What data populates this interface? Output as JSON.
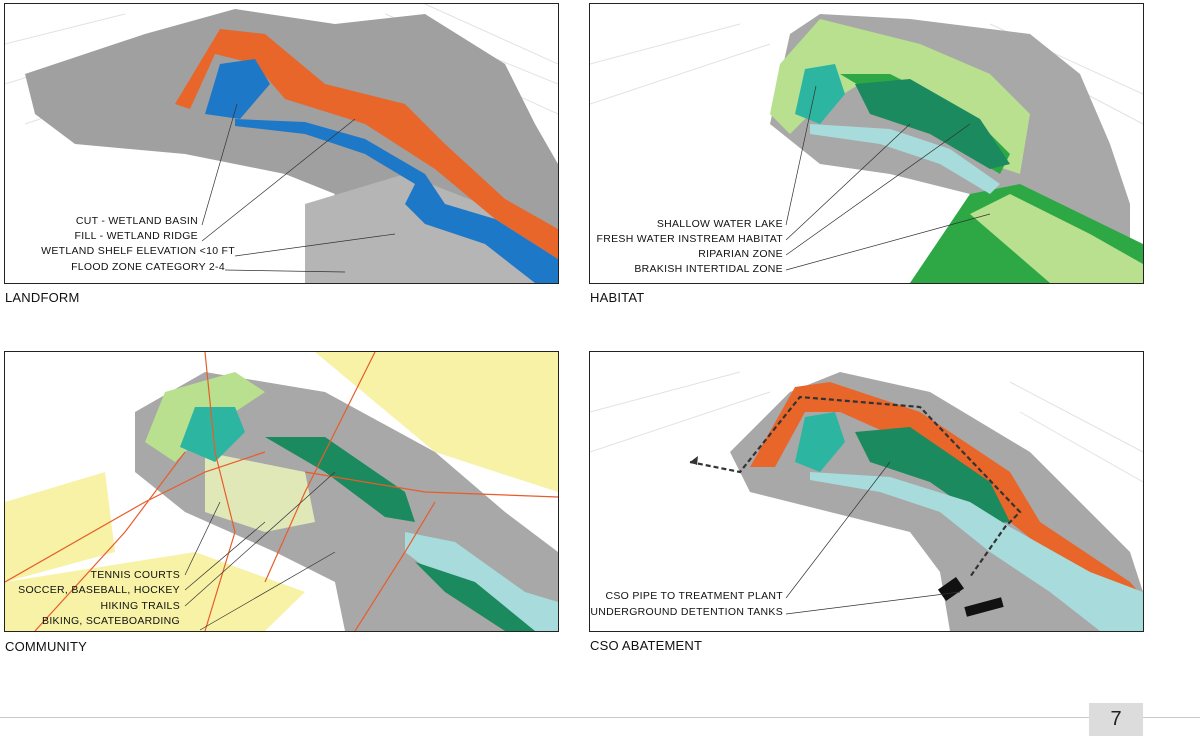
{
  "colors": {
    "gray_land": "#9d9d9d",
    "gray_light": "#c4c4c4",
    "orange": "#e8662a",
    "blue": "#1e78c8",
    "teal": "#2cb6a2",
    "dark_green": "#1b8a5e",
    "green": "#2da845",
    "light_green": "#b8e08e",
    "yellow": "#f7f2a6",
    "aqua": "#a8dcdc",
    "red_line": "#e85c2a"
  },
  "panels": {
    "landform": {
      "title": "LANDFORM",
      "labels": [
        "CUT - WETLAND BASIN",
        "FILL - WETLAND RIDGE",
        "WETLAND SHELF ELEVATION <10 FT",
        "FLOOD ZONE CATEGORY 2-4"
      ]
    },
    "habitat": {
      "title": "HABITAT",
      "labels": [
        "SHALLOW WATER LAKE",
        "FRESH WATER INSTREAM HABITAT",
        "RIPARIAN ZONE",
        "BRAKISH INTERTIDAL ZONE"
      ]
    },
    "community": {
      "title": "COMMUNITY",
      "labels": [
        "TENNIS COURTS",
        "SOCCER, BASEBALL, HOCKEY",
        "HIKING TRAILS",
        "BIKING, SCATEBOARDING"
      ]
    },
    "cso": {
      "title": "CSO ABATEMENT",
      "labels": [
        "CSO PIPE TO TREATMENT PLANT",
        "UNDERGROUND DETENTION TANKS"
      ]
    }
  },
  "page_number": "7"
}
